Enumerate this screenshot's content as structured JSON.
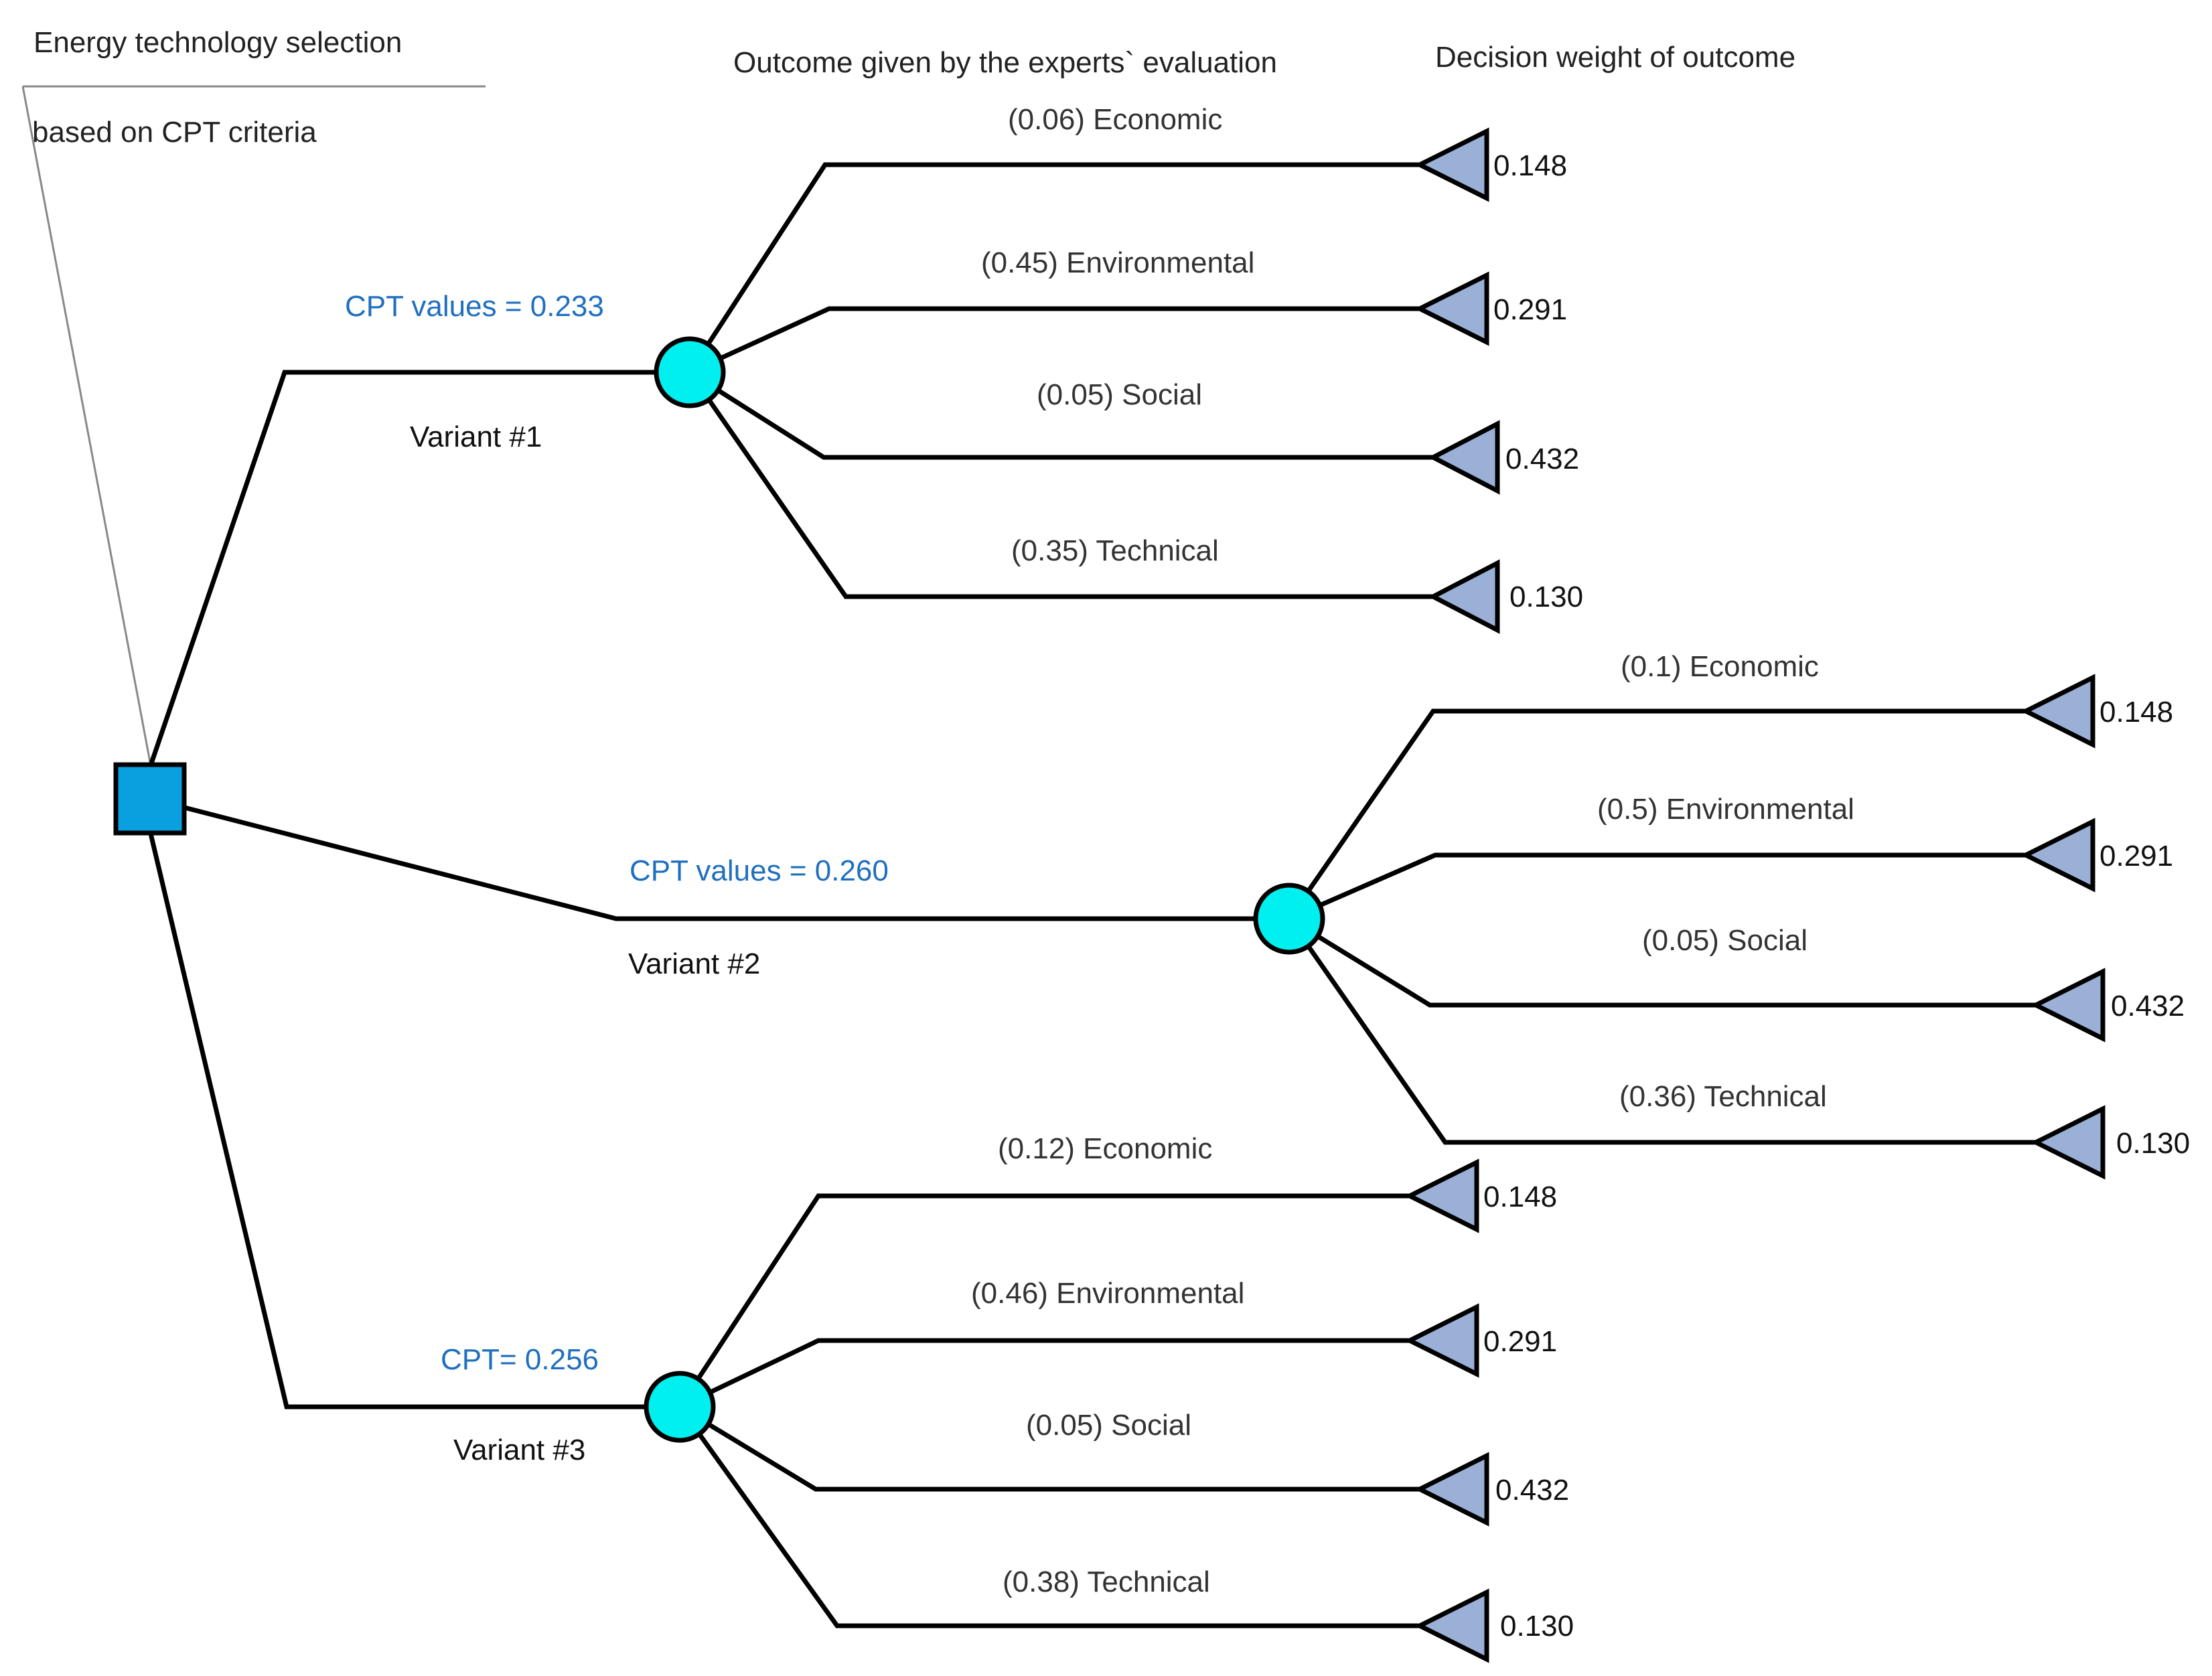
{
  "headers": {
    "title_line1": "Energy technology selection",
    "title_line2": "based on CPT criteria",
    "outcome": "Outcome given by the experts` evaluation",
    "weight": "Decision weight of outcome"
  },
  "colors": {
    "cpt_text": "#1f6fbf",
    "decision_node": "#0aa0e0",
    "chance_node": "#00f0f0",
    "terminal_node": "#9ab0d6"
  },
  "variants": [
    {
      "label": "Variant #1",
      "cpt": "CPT values = 0.233",
      "outcomes": [
        {
          "label": "(0.06) Economic",
          "weight": "0.148"
        },
        {
          "label": "(0.45) Environmental",
          "weight": "0.291"
        },
        {
          "label": "(0.05) Social",
          "weight": "0.432"
        },
        {
          "label": "(0.35) Technical",
          "weight": "0.130"
        }
      ]
    },
    {
      "label": "Variant #2",
      "cpt": "CPT values = 0.260",
      "outcomes": [
        {
          "label": "(0.1) Economic",
          "weight": "0.148"
        },
        {
          "label": "(0.5) Environmental",
          "weight": "0.291"
        },
        {
          "label": "(0.05) Social",
          "weight": "0.432"
        },
        {
          "label": "(0.36) Technical",
          "weight": "0.130"
        }
      ]
    },
    {
      "label": "Variant #3",
      "cpt": "CPT= 0.256",
      "outcomes": [
        {
          "label": "(0.12) Economic",
          "weight": "0.148"
        },
        {
          "label": "(0.46) Environmental",
          "weight": "0.291"
        },
        {
          "label": "(0.05) Social",
          "weight": "0.432"
        },
        {
          "label": "(0.38) Technical",
          "weight": "0.130"
        }
      ]
    }
  ]
}
